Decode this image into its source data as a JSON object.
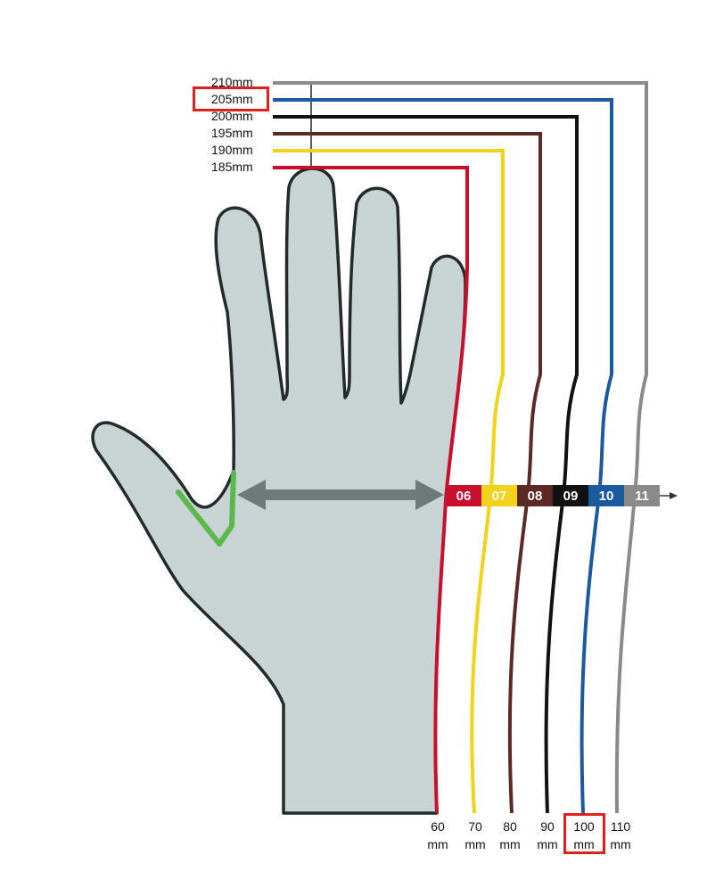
{
  "length_labels": [
    "210mm",
    "205mm",
    "200mm",
    "195mm",
    "190mm",
    "185mm"
  ],
  "sizes": [
    {
      "code": "06",
      "color": "#c8102e"
    },
    {
      "code": "07",
      "color": "#f2d21a"
    },
    {
      "code": "08",
      "color": "#5c2a24"
    },
    {
      "code": "09",
      "color": "#111111"
    },
    {
      "code": "10",
      "color": "#1c5aa0"
    },
    {
      "code": "11",
      "color": "#8a8a8a"
    }
  ],
  "width_labels": [
    {
      "value": "60",
      "unit": "mm"
    },
    {
      "value": "70",
      "unit": "mm"
    },
    {
      "value": "80",
      "unit": "mm"
    },
    {
      "value": "90",
      "unit": "mm"
    },
    {
      "value": "100",
      "unit": "mm"
    },
    {
      "value": "110",
      "unit": "mm"
    }
  ],
  "highlighted_length": "205mm",
  "highlighted_width": "100 mm",
  "colors": {
    "hand_fill": "#c8d3d3",
    "hand_outline": "#222a2a",
    "measure_arrow": "#6e7a7a",
    "thumb_mark": "#5cb84a",
    "highlight": "#e02020"
  },
  "icons": [
    "hand-outline-icon",
    "double-arrow-icon",
    "axis-arrow-icon"
  ]
}
